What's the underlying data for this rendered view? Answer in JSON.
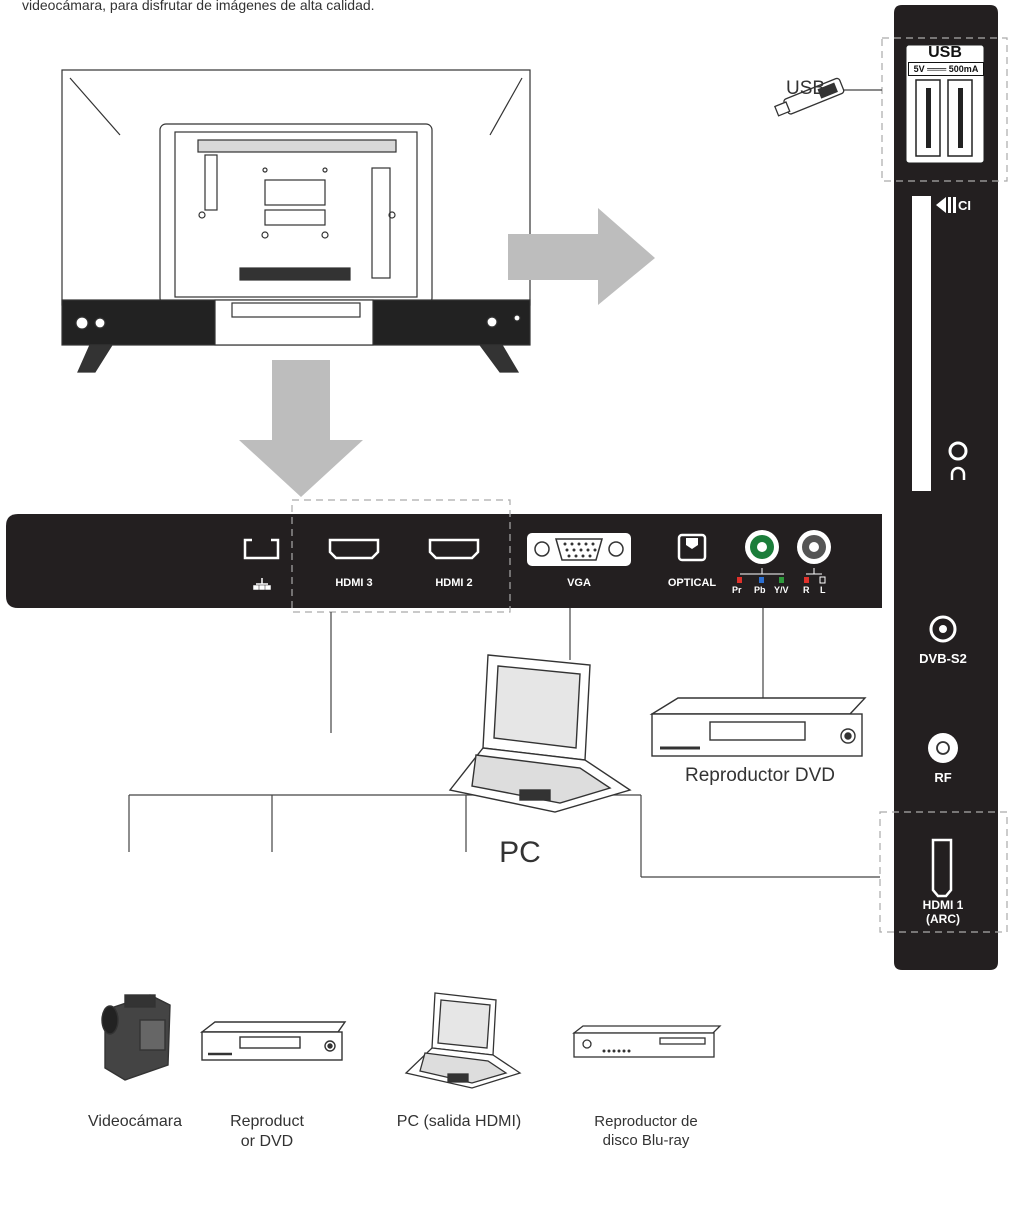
{
  "intro_text": "videocámara, para disfrutar de imágenes de alta calidad.",
  "side_panel": {
    "usb_title": "USB",
    "usb_rating": "5V ═══ 500mA",
    "ci_label": "CI",
    "dvbs2_label": "DVB-S2",
    "rf_label": "RF",
    "hdmi1_label": "HDMI 1",
    "hdmi1_sub": "(ARC)"
  },
  "bottom_panel": {
    "hdmi3_label": "HDMI 3",
    "hdmi2_label": "HDMI 2",
    "vga_label": "VGA",
    "optical_label": "OPTICAL",
    "component_labels": [
      "Pr",
      "Pb",
      "Y/V"
    ],
    "audio_labels": [
      "R",
      "L"
    ]
  },
  "devices": {
    "usb_stick": "USB",
    "pc": "PC",
    "dvd_player": "Reproductor DVD",
    "camcorder": "Videocámara",
    "dvd_small_line1": "Reproduct",
    "dvd_small_line2": "or DVD",
    "pc_hdmi": "PC (salida HDMI)",
    "bluray_line1": "Reproductor de",
    "bluray_line2": "disco Blu-ray"
  },
  "colors": {
    "panel": "#231f20",
    "arrow": "#bdbdbd",
    "component_red": "#e0312b",
    "component_blue": "#2c6fd1",
    "component_green": "#2e9a3c",
    "optical_ring_green": "#1b7d3a"
  }
}
